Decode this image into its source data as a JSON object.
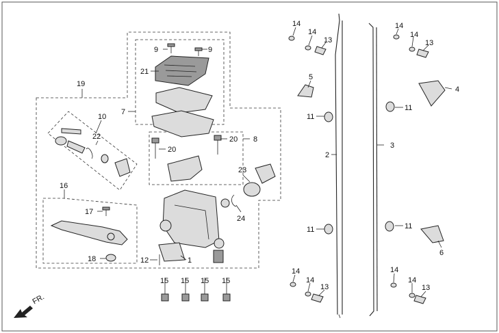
{
  "labels": {
    "p1": "1",
    "p2": "2",
    "p3": "3",
    "p4": "4",
    "p5": "5",
    "p6": "6",
    "p7": "7",
    "p8": "8",
    "p9a": "9",
    "p9b": "9",
    "p10": "10",
    "p11a": "11",
    "p11b": "11",
    "p11c": "11",
    "p11d": "11",
    "p12": "12",
    "p13a": "13",
    "p13b": "13",
    "p13c": "13",
    "p13d": "13",
    "p14a": "14",
    "p14b": "14",
    "p14c": "14",
    "p14d": "14",
    "p14e": "14",
    "p14f": "14",
    "p14g": "14",
    "p14h": "14",
    "p15a": "15",
    "p15b": "15",
    "p15c": "15",
    "p15d": "15",
    "p16": "16",
    "p17": "17",
    "p18": "18",
    "p19": "19",
    "p20a": "20",
    "p20b": "20",
    "p21": "21",
    "p22": "22",
    "p23": "23",
    "p24": "24"
  },
  "front_indicator": "FR.",
  "colors": {
    "outline": "#222222",
    "part_fill": "#dcdcdc",
    "dark_fill": "#9a9a9a",
    "frame": "#555555"
  }
}
